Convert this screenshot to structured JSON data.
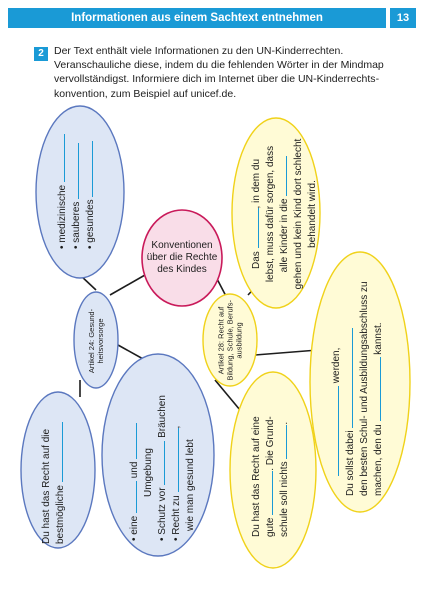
{
  "header": {
    "title": "Informationen aus einem Sachtext entnehmen",
    "page_number": "13"
  },
  "task": {
    "number": "2",
    "text": "Der Text enthält viele Informationen zu den UN-Kinderrechten. Veranschauliche diese, indem du die fehlenden Wörter in der Mindmap vervollständigst. Informiere dich im Internet über die UN-Kinderrechts­konvention, zum Beispiel auf unicef.de."
  },
  "mindmap": {
    "center": {
      "line1": "Konventionen",
      "line2": "über die Rechte",
      "line3": "des Kindes"
    },
    "health": {
      "node_line1": "Artikel 24: Gesund-",
      "node_line2": "heitsvorsorge",
      "top_items": [
        "medizinische",
        "sauberes",
        "gesundes"
      ],
      "left_line1": "Du hast das Recht auf die",
      "left_line2": "bestmögliche",
      "mid_item1_a": "eine",
      "mid_item1_b": "und",
      "mid_item1_c": "Umgebung",
      "mid_item2_a": "Schutz vor",
      "mid_item2_b": "Bräuchen",
      "mid_item3_a": "Recht zu",
      "mid_item3_b": ",",
      "mid_item3_c": "wie man gesund lebt"
    },
    "education": {
      "node_line1": "Artikel 28: Recht auf",
      "node_line2": "Bildung, Schule, Berufs-",
      "node_line3": "ausbildung",
      "top_line1_a": "Das",
      "top_line1_b": ", in dem du",
      "top_line2": "lebst, muss dafür sorgen, dass",
      "top_line3": "alle Kinder in die",
      "top_line4": "gehen und kein Kind dort schlecht",
      "top_line5": "behandelt wird.",
      "right_line1": "werden,",
      "right_line2": "Du sollst dabei",
      "right_line3": "den besten Schul- und Ausbildungsabschluss zu",
      "right_line4_a": "machen, den du",
      "right_line4_b": "kannst.",
      "left_line1": "Du hast das Recht auf eine",
      "left_line2_a": "gute",
      "left_line2_b": ". Die Grund-",
      "left_line3_a": "schule soll nichts",
      "left_line3_b": "."
    }
  },
  "colors": {
    "accent": "#1a9ad6",
    "blue_fill": "#dde6f5",
    "blue_stroke": "#5b78bf",
    "yellow_fill": "#fffbd6",
    "yellow_stroke": "#f0d21a",
    "pink_fill": "#f9dde8",
    "pink_stroke": "#c91a5a",
    "grey_fill": "#e8e8e8"
  }
}
